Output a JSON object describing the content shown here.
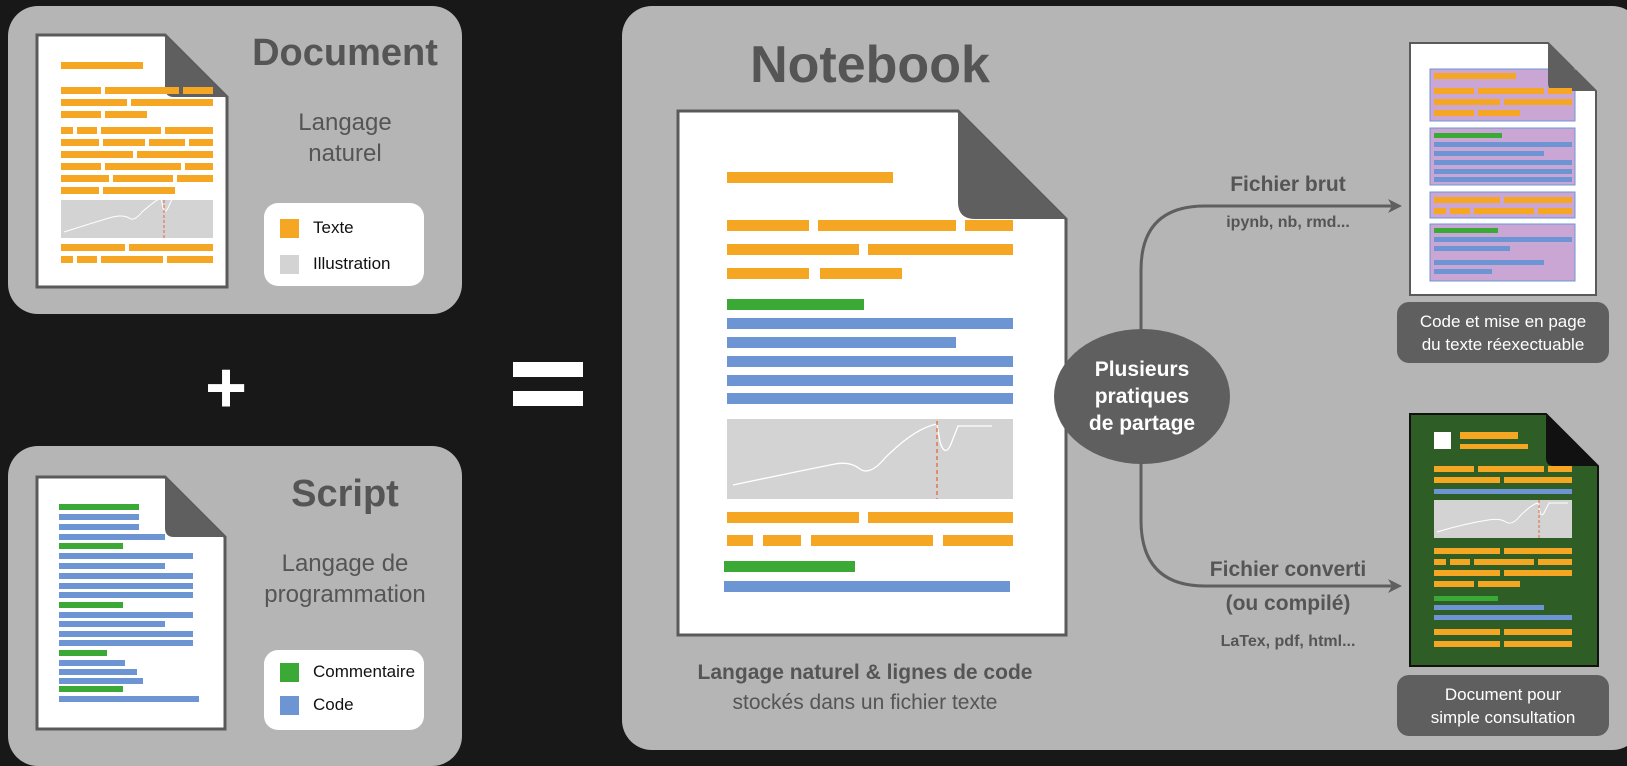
{
  "document_panel": {
    "title": "Document",
    "subtitle": "Langage\nnaturel",
    "legend": [
      {
        "label": "Texte",
        "color": "#f5a623"
      },
      {
        "label": "Illustration",
        "color": "#d3d3d3"
      }
    ]
  },
  "script_panel": {
    "title": "Script",
    "subtitle": "Langage de\nprogrammation",
    "legend": [
      {
        "label": "Commentaire",
        "color": "#3aa935"
      },
      {
        "label": "Code",
        "color": "#6d94d3"
      }
    ]
  },
  "operators": {
    "plus": "+",
    "equals": "="
  },
  "notebook": {
    "title": "Notebook",
    "caption_line1": "Langage naturel & lignes de code",
    "caption_line2": "stockés dans un fichier texte",
    "share_label": "Plusieurs\npratiques\nde partage",
    "raw_file": {
      "label": "Fichier brut",
      "formats": "ipynb, nb, rmd...",
      "caption": "Code et mise en page\ndu texte réexectuable"
    },
    "converted_file": {
      "label_line1": "Fichier converti",
      "label_line2": "(ou compilé)",
      "formats": "LaTex, pdf, html...",
      "caption": "Document pour\nsimple consultation"
    }
  },
  "colors": {
    "text": "#f5a623",
    "comment": "#3aa935",
    "code": "#6d94d3",
    "illustration": "#d3d3d3",
    "panel": "#b5b5b5",
    "dark_box": "#5f5f5f",
    "background": "#181818",
    "converted_doc": "#2e5e26",
    "raw_cell": "#c9a6d3"
  }
}
